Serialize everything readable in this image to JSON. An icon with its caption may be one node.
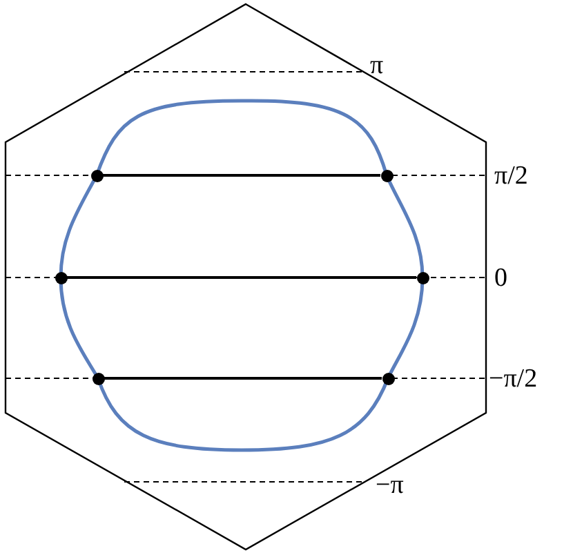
{
  "diagram": {
    "nodes": [
      {
        "text": [],
        "shape": "circle"
      },
      {
        "text": [],
        "shape": "circle"
      },
      {
        "text": [],
        "shape": "circle"
      },
      {
        "text": [],
        "shape": "circle"
      },
      {
        "text": [],
        "shape": "circle"
      },
      {
        "text": [],
        "shape": "circle"
      }
    ],
    "edges": [
      {
        "from": 0,
        "to": 1,
        "arrow": "none"
      },
      {
        "from": 2,
        "to": 3,
        "arrow": "none"
      },
      {
        "from": 4,
        "to": 5,
        "arrow": "none"
      }
    ],
    "labels": [
      "π",
      "π/2",
      "0",
      "−π/2",
      "−π"
    ]
  }
}
